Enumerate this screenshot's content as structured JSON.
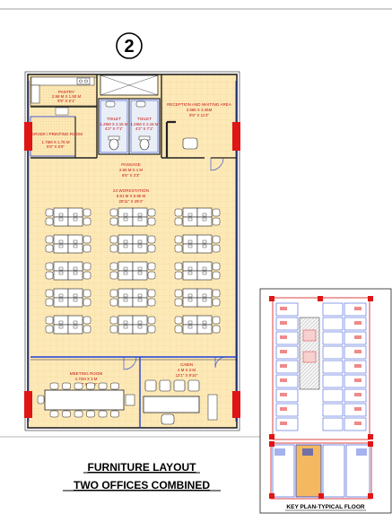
{
  "plan_number": "2",
  "title": {
    "line1": "FURNITURE LAYOUT",
    "line2": "TWO OFFICES COMBINED"
  },
  "rooms": {
    "pantry": {
      "name": "PANTRY",
      "dim1": "2.98 M X 1.50 M",
      "dim2": "9'9\" X 5'1\""
    },
    "server": {
      "name": "SERVER / PRINTING ROOM",
      "dim1": "1.75M X 1.75 M",
      "dim2": "5'9\" X 5'9\""
    },
    "toilet1": {
      "name": "TOILET",
      "dim1": "1.26M X 2.15 M",
      "dim2": "4'2\" X 7'1\""
    },
    "toilet2": {
      "name": "TOILET",
      "dim1": "1.26M X 2.15 M",
      "dim2": "4'2\" X 7'1\""
    },
    "reception": {
      "name": "RECEPTION AND WAITING AREA",
      "dim1": "2.986 X 3.45M",
      "dim2": "9'9\" X 11'3\""
    },
    "passage": {
      "name": "PASSAGE",
      "dim1": "2.60 M X 1 M",
      "dim2": "8'6\" X 3'3\""
    },
    "workstation": {
      "name": "24 WORKSTATION",
      "dim1": "8.81 M X 8.95 M",
      "dim2": "28'11\" X 29'4\""
    },
    "meeting": {
      "name": "MEETING ROOM",
      "dim1": "4.72M X 3 M",
      "dim2": "15'7\" X 9'10\""
    },
    "cabin": {
      "name": "CABIN",
      "dim1": "4 M X 3 M",
      "dim2": "13'1\" X 9'10\""
    }
  },
  "key_plan": {
    "title": "KEY PLAN-TYPICAL FLOOR"
  },
  "colors": {
    "floor_fill": "#fde9b7",
    "wall": "#222222",
    "glass_wall": "#1d3fd6",
    "column": "#e01515",
    "label": "#c41010"
  }
}
